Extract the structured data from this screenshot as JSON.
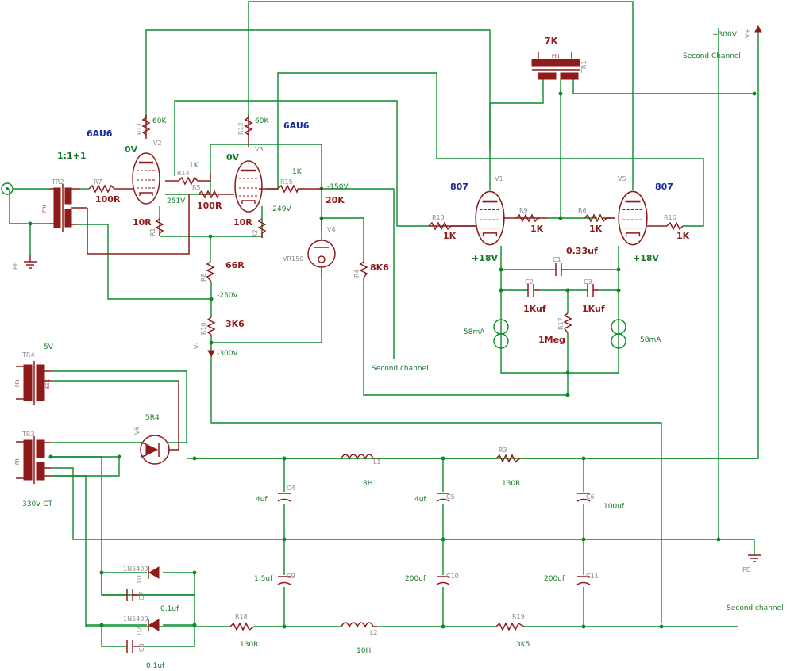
{
  "labels": {
    "n_tr2": "TR2",
    "v_tr2": "1:1+1",
    "pri": "PRI",
    "n_r7": "R7",
    "v_r7": "100R",
    "n_r11": "R11",
    "v_r11": "60K",
    "n_v2": "V2",
    "t_v2": "6AU6",
    "p_v2": "0V",
    "n_r14": "R14",
    "v_r14": "1K",
    "p_251": "251V",
    "n_r1": "R1",
    "v_r1": "10R",
    "n_r5": "R5",
    "v_r5": "100R",
    "n_r12": "R12",
    "v_r12": "60K",
    "n_v3": "V3",
    "t_v3": "6AU6",
    "p_v3": "0V",
    "n_r15": "R15",
    "v_r15": "1K",
    "p_150": "-150V",
    "v_20k": "20K",
    "p_249": "-249V",
    "n_r2": "R2",
    "v_r2": "10R",
    "n_r8": "R8",
    "v_r8": "66R",
    "p_250": "-250V",
    "n_r10": "R10",
    "v_r10": "3K6",
    "vminus": "V-",
    "p_300": "-300V",
    "n_v4": "V4",
    "t_v4": "VR150",
    "n_r4": "R4",
    "v_r4": "8K6",
    "second_mid": "Second channel",
    "pe": "PE",
    "v_7k": "7K",
    "n_tr1": "TR1",
    "p_300pos": "+300V",
    "vplus": "V+",
    "second_top": "Second Channel",
    "t_807a": "807",
    "n_v1": "V1",
    "t_807b": "807",
    "n_v5": "V5",
    "n_r13": "R13",
    "v_r13": "1K",
    "n_r9": "R9",
    "v_r9": "1K",
    "n_r6": "R6",
    "v_r6": "1K",
    "n_r16": "R16",
    "v_r16": "1K",
    "p_18a": "+18V",
    "p_18b": "+18V",
    "n_c1": "C1",
    "v_c1": "0.33uf",
    "n_c2": "C2",
    "v_c2": "1Kuf",
    "n_c3": "C3",
    "v_c3": "1Kuf",
    "n_r17": "R17",
    "v_r17": "1Meg",
    "cs_a": "58mA",
    "cs_b": "58mA",
    "n_tr4": "TR4",
    "v_tr4": "5V",
    "sec": "SEC",
    "n_tr3": "TR3",
    "v_tr3": "330V CT",
    "n_v6": "V6",
    "t_v6": "5R4",
    "n_l1": "L1",
    "v_l1": "8H",
    "n_r3": "R3",
    "v_r3": "130R",
    "n_c4": "C4",
    "v_c4": "4uf",
    "n_c5": "C5",
    "v_c5": "4uf",
    "n_c6": "C6",
    "v_c6": "100uf",
    "n_c9": "C9",
    "v_c9": "1.5uf",
    "n_c10": "C10",
    "v_c10": "200uf",
    "n_c11": "C11",
    "v_c11": "200uf",
    "n_d1": "D1",
    "t_d1": "1N5400",
    "n_c7": "C7",
    "v_c7": "0.1uf",
    "n_d2": "D2",
    "t_d2": "1N5400",
    "n_c8": "C8",
    "v_c8": "0.1uf",
    "n_r18": "R18",
    "v_r18": "130R",
    "n_l2": "L2",
    "v_l2": "10H",
    "n_r19": "R19",
    "v_r19": "3K5",
    "second_bot": "Second channel",
    "pe2": "PE"
  }
}
